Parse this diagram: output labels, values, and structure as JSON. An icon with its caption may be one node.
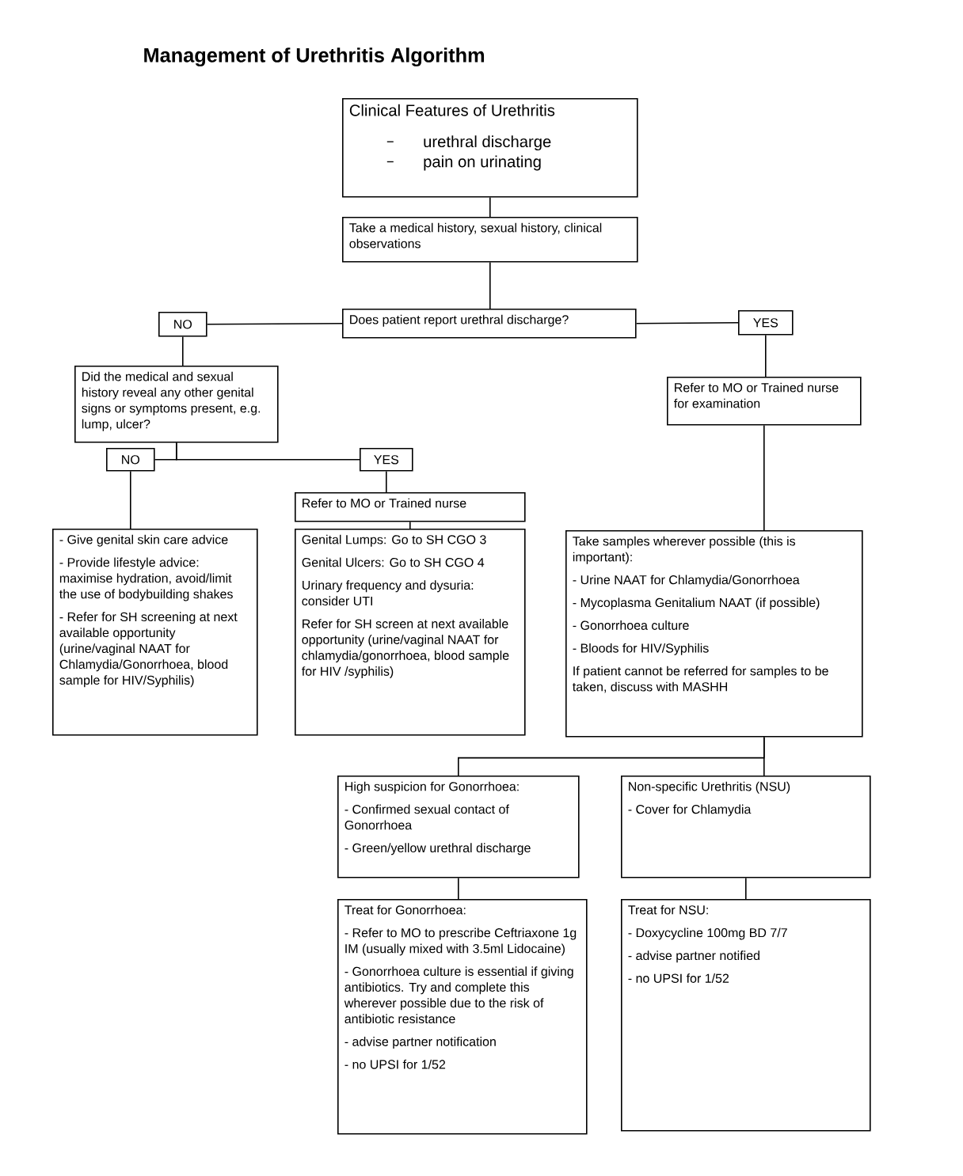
{
  "diagram": {
    "title": "Management of Urethritis Algorithm",
    "nodes": [
      {
        "text": [
          "Clinical Features of Urethritis",
          "urethral discharge",
          "pain on urinating"
        ]
      },
      {
        "text": [
          "Take a medical history, sexual history, clinical observations"
        ]
      },
      {
        "text": [
          "Does patient report urethral discharge?"
        ]
      },
      {
        "text": [
          "NO"
        ]
      },
      {
        "text": [
          "YES"
        ]
      },
      {
        "text": [
          "Did the medical and sexual history reveal any other genital signs or symptoms present, e.g. lump, ulcer?"
        ]
      },
      {
        "text": [
          "Refer to MO or Trained nurse for examination"
        ]
      },
      {
        "text": [
          "NO"
        ]
      },
      {
        "text": [
          "YES"
        ]
      },
      {
        "text": [
          "Refer to MO or Trained nurse"
        ]
      },
      {
        "text": [
          "- Give genital skin care advice",
          "- Provide lifestyle advice: maximise hydration, avoid/limit the use of bodybuilding shakes",
          "- Refer for SH screening at next available opportunity (urine/vaginal NAAT for Chlamydia/Gonorrhoea, blood sample for HIV/Syphilis)"
        ]
      },
      {
        "text": [
          "Genital Lumps: Go to SH CGO 3",
          "Genital Ulcers: Go to SH CGO 4",
          "Urinary frequency and dysuria: consider UTI",
          "Refer for SH screen at next available opportunity (urine/vaginal NAAT for chlamydia/gonorrhoea, blood sample for HIV /syphilis)"
        ]
      },
      {
        "text": [
          "Take samples wherever possible (this is important):",
          "- Urine NAAT for Chlamydia/Gonorrhoea",
          "- Mycoplasma Genitalium NAAT (if possible)",
          "- Gonorrhoea culture",
          "- Bloods for HIV/Syphilis",
          "If patient cannot be referred for samples to be taken, discuss with MASHH"
        ]
      },
      {
        "text": [
          "High suspicion for Gonorrhoea:",
          "- Confirmed sexual contact of Gonorrhoea",
          "- Green/yellow urethral discharge"
        ]
      },
      {
        "text": [
          "Non-specific Urethritis (NSU)",
          "- Cover for Chlamydia"
        ]
      },
      {
        "text": [
          "Treat for Gonorrhoea:",
          "- Refer to MO to prescribe Ceftriaxone 1g IM (usually mixed with 3.5ml Lidocaine)",
          "- Gonorrhoea culture is essential if giving antibiotics. Try and complete this wherever possible due to the risk of antibiotic resistance",
          "- advise partner notification",
          "- no UPSI for 1/52"
        ]
      },
      {
        "text": [
          "Treat for NSU:",
          "- Doxycycline 100mg BD 7/7",
          "- advise partner notified",
          "- no UPSI for 1/52"
        ]
      }
    ],
    "edges": [
      {
        "from": 0,
        "to": 1,
        "arrow": "none"
      },
      {
        "from": 1,
        "to": 2,
        "arrow": "none"
      },
      {
        "from": 2,
        "to": 3,
        "arrow": "none"
      },
      {
        "from": 2,
        "to": 4,
        "arrow": "none"
      },
      {
        "from": 3,
        "to": 5,
        "arrow": "none"
      },
      {
        "from": 4,
        "to": 6,
        "arrow": "none"
      },
      {
        "from": 5,
        "to": 7,
        "arrow": "none"
      },
      {
        "from": 5,
        "to": 8,
        "arrow": "none"
      },
      {
        "from": 7,
        "to": 10,
        "arrow": "none"
      },
      {
        "from": 8,
        "to": 9,
        "arrow": "none"
      },
      {
        "from": 9,
        "to": 11,
        "arrow": "none"
      },
      {
        "from": 6,
        "to": 12,
        "arrow": "none"
      },
      {
        "from": 12,
        "to": 13,
        "arrow": "none"
      },
      {
        "from": 12,
        "to": 14,
        "arrow": "none"
      },
      {
        "from": 13,
        "to": 15,
        "arrow": "none"
      },
      {
        "from": 14,
        "to": 16,
        "arrow": "none"
      }
    ]
  }
}
